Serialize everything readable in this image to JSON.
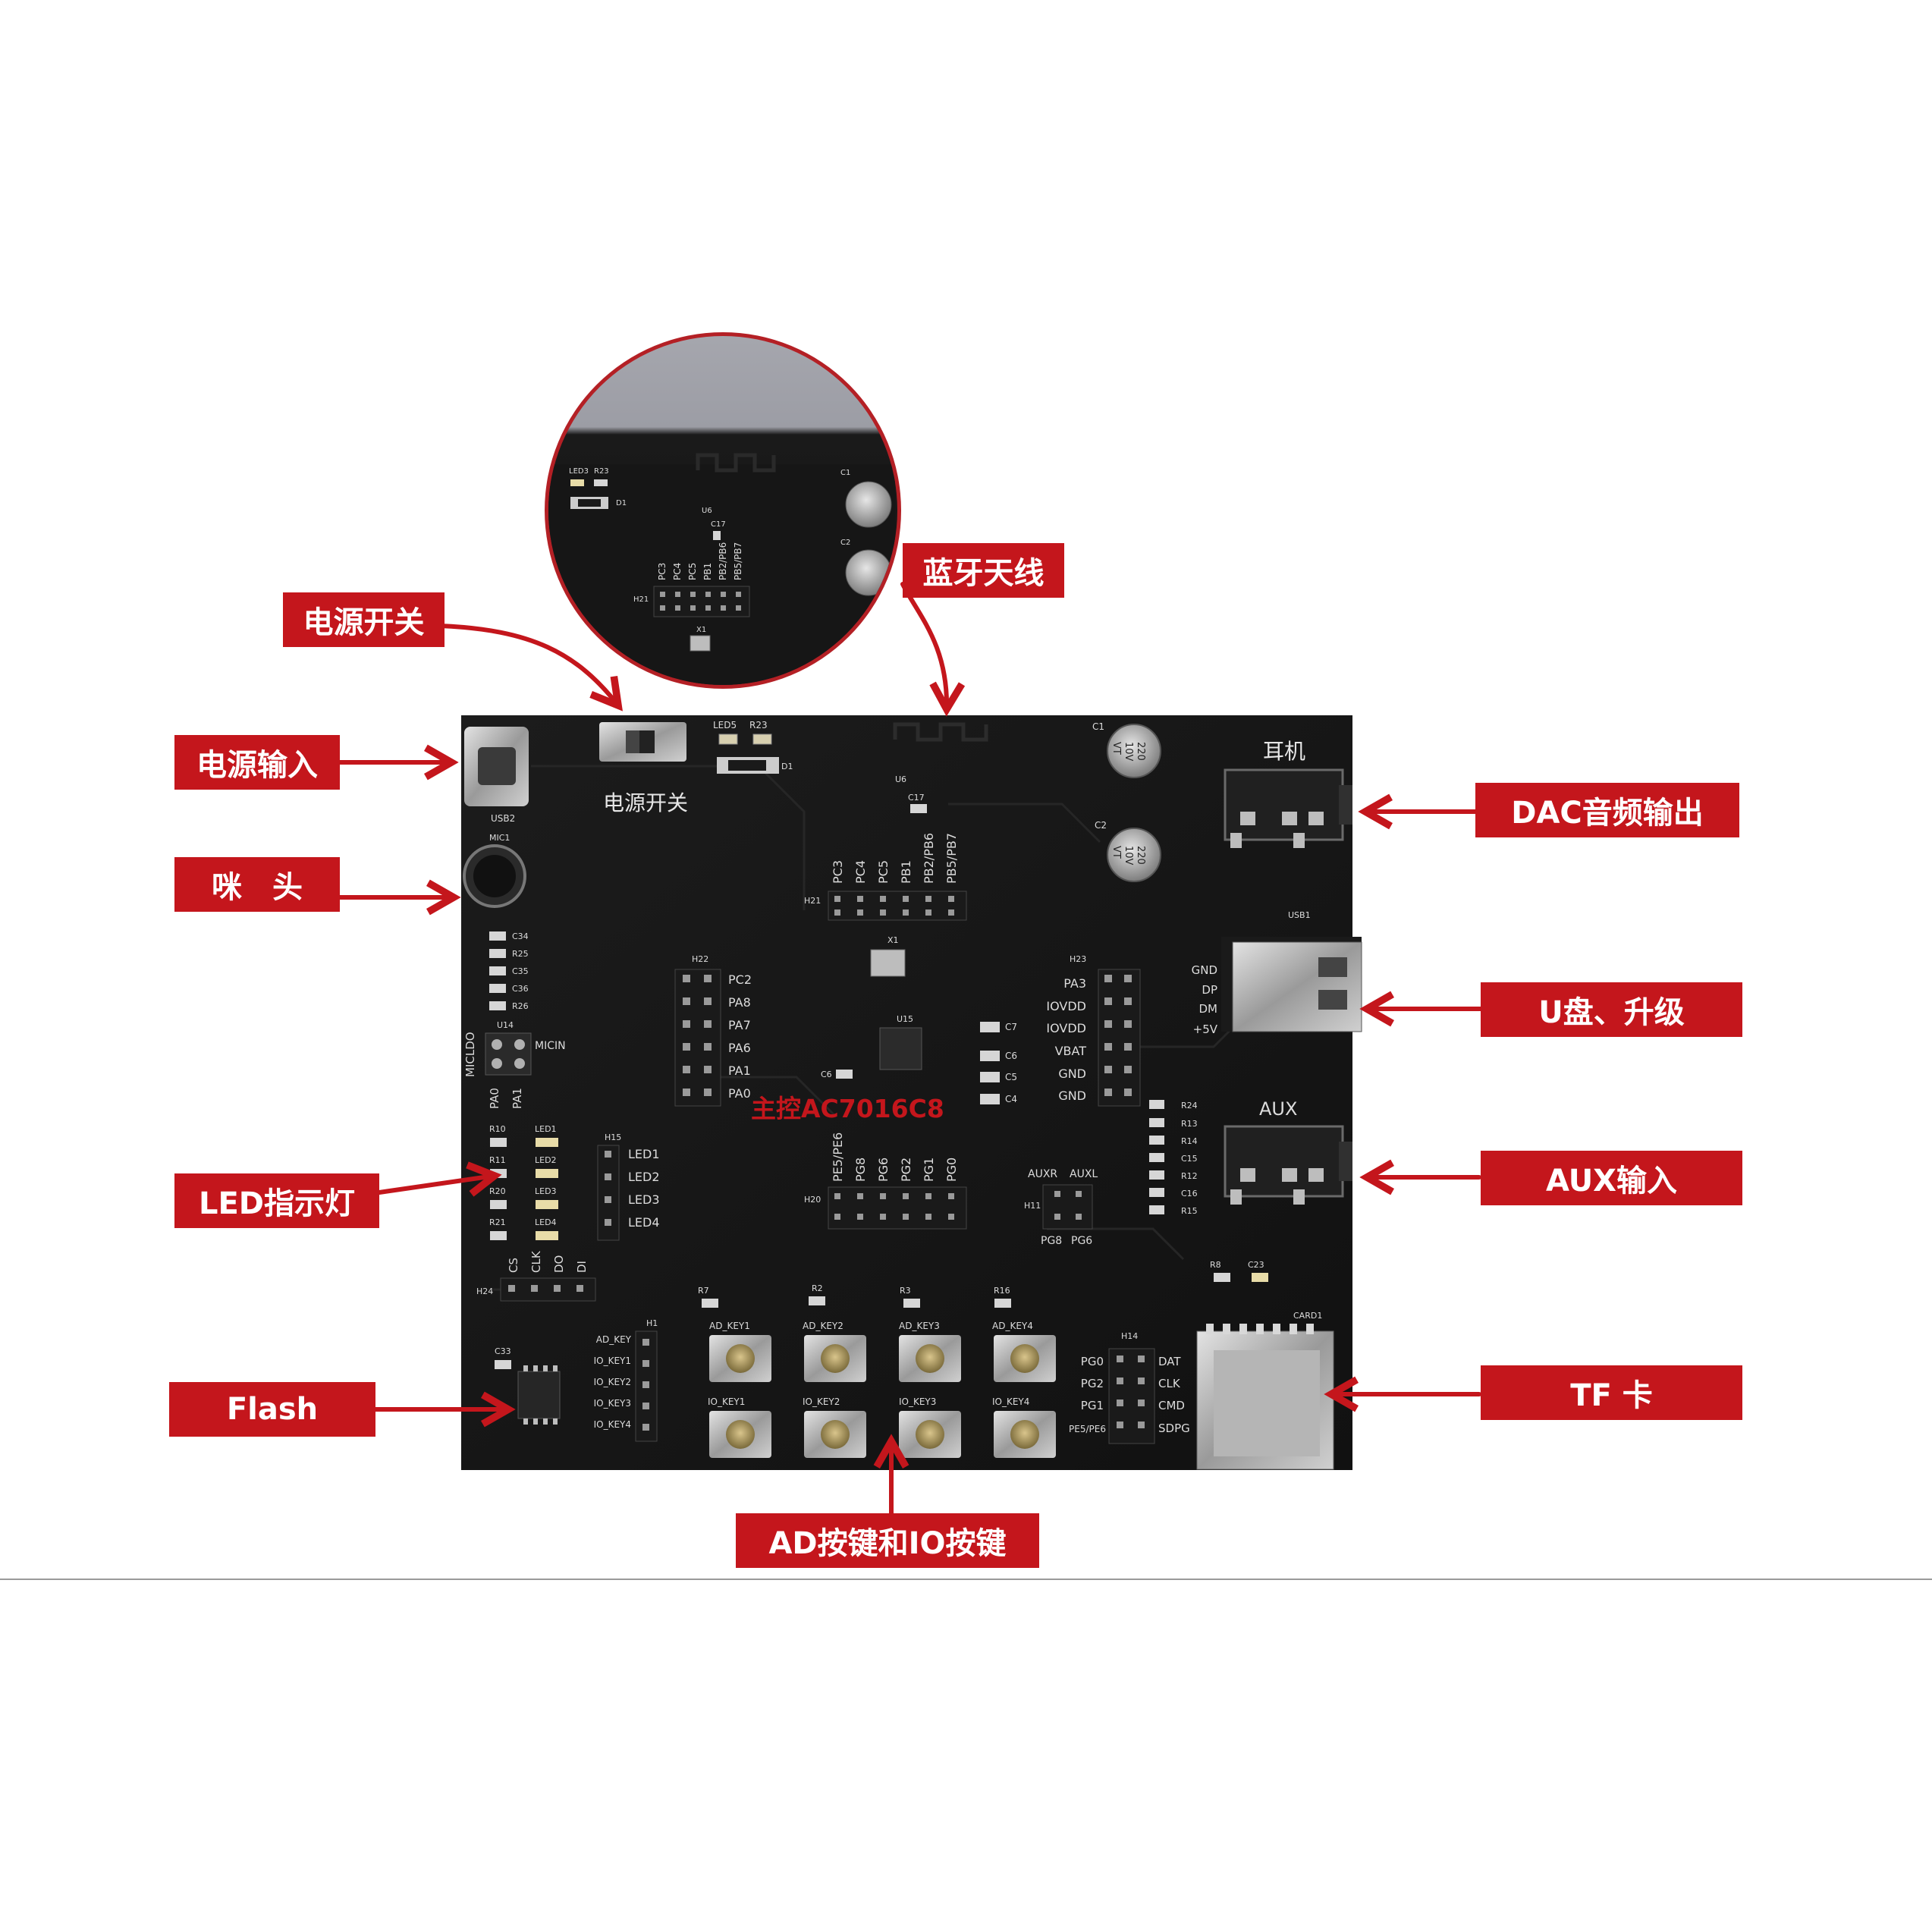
{
  "callouts": {
    "power_switch": "电源开关",
    "bluetooth_antenna": "蓝牙天线",
    "power_input": "电源输入",
    "microphone": "咪　头",
    "dac_output": "DAC音频输出",
    "usb_upgrade": "U盘、升级",
    "led_indicator": "LED指示灯",
    "aux_input": "AUX输入",
    "flash": "Flash",
    "tf_card": "TF 卡",
    "keys": "AD按键和IO按键"
  },
  "board": {
    "main_chip_label": "主控AC7016C8",
    "power_switch_silk": "电源开关",
    "earphone_silk": "耳机",
    "aux_silk": "AUX",
    "usb2": "USB2",
    "usb1": "USB1",
    "mic1": "MIC1",
    "u14": "U14",
    "u15": "U15",
    "u6": "U6",
    "x1": "X1",
    "d1": "D1",
    "led5": "LED5",
    "r23": "R23",
    "c1": "C1",
    "c2": "C2",
    "c17": "C17",
    "c6": "C6",
    "cap_text_1": "220",
    "cap_text_2": "10V",
    "cap_text_3": "VT",
    "micldo": "MICLDO",
    "micin": "MICIN",
    "pa0": "PA0",
    "pa1": "PA1",
    "card1": "CARD1",
    "h21": {
      "name": "H21",
      "pins": [
        "PC3",
        "PC4",
        "PC5",
        "PB1",
        "PB2/PB6",
        "PB5/PB7"
      ]
    },
    "h22": {
      "name": "H22",
      "pins": [
        "PC2",
        "PA8",
        "PA7",
        "PA6",
        "PA1",
        "PA0"
      ]
    },
    "h23": {
      "name": "H23",
      "pins": [
        "PA3",
        "IOVDD",
        "IOVDD",
        "VBAT",
        "GND",
        "GND"
      ]
    },
    "h20": {
      "name": "H20",
      "pins": [
        "PE5/PE6",
        "PG8",
        "PG6",
        "PG2",
        "PG1",
        "PG0"
      ]
    },
    "h11": {
      "name": "H11",
      "top": [
        "AUXR",
        "AUXL"
      ],
      "bottom": [
        "PG8",
        "PG6"
      ]
    },
    "h15": {
      "name": "H15",
      "leds": [
        "LED1",
        "LED2",
        "LED3",
        "LED4"
      ]
    },
    "led_parts": [
      "R10",
      "LED1",
      "R11",
      "LED2",
      "R20",
      "LED3",
      "R21",
      "LED4"
    ],
    "h24": {
      "name": "H24",
      "pins": [
        "CS",
        "CLK",
        "DO",
        "DI"
      ]
    },
    "h1": {
      "name": "H1",
      "pins": [
        "AD_KEY",
        "IO_KEY1",
        "IO_KEY2",
        "IO_KEY3",
        "IO_KEY4"
      ]
    },
    "h14": {
      "name": "H14",
      "left": [
        "PG0",
        "PG2",
        "PG1",
        "PE5/PE6"
      ],
      "right": [
        "DAT",
        "CLK",
        "CMD",
        "SDPG"
      ]
    },
    "mic_parts": [
      "C34",
      "R25",
      "C35",
      "C36",
      "R26"
    ],
    "cap_right": [
      "C7",
      "C6",
      "C5",
      "C4"
    ],
    "usb_pins": [
      "GND",
      "DP",
      "DM",
      "+5V"
    ],
    "aux_parts": [
      "R24",
      "R13",
      "R14",
      "C15",
      "R12",
      "C16",
      "R15"
    ],
    "r8": "R8",
    "c23": "C23",
    "c33": "C33",
    "key_resistors": [
      "R7",
      "R2",
      "R3",
      "R16"
    ],
    "ad_keys": [
      "AD_KEY1",
      "AD_KEY2",
      "AD_KEY3",
      "AD_KEY4"
    ],
    "io_keys": [
      "IO_KEY1",
      "IO_KEY2",
      "IO_KEY3",
      "IO_KEY4"
    ]
  },
  "zoom": {
    "led3": "LED3",
    "r23": "R23",
    "d1": "D1",
    "u6": "U6",
    "c17": "C17",
    "c1": "C1",
    "c2": "C2",
    "h21": "H21",
    "pins": [
      "PC3",
      "PC4",
      "PC5",
      "PB1",
      "PB2/PB6",
      "PB5/PB7"
    ],
    "x1": "X1"
  }
}
